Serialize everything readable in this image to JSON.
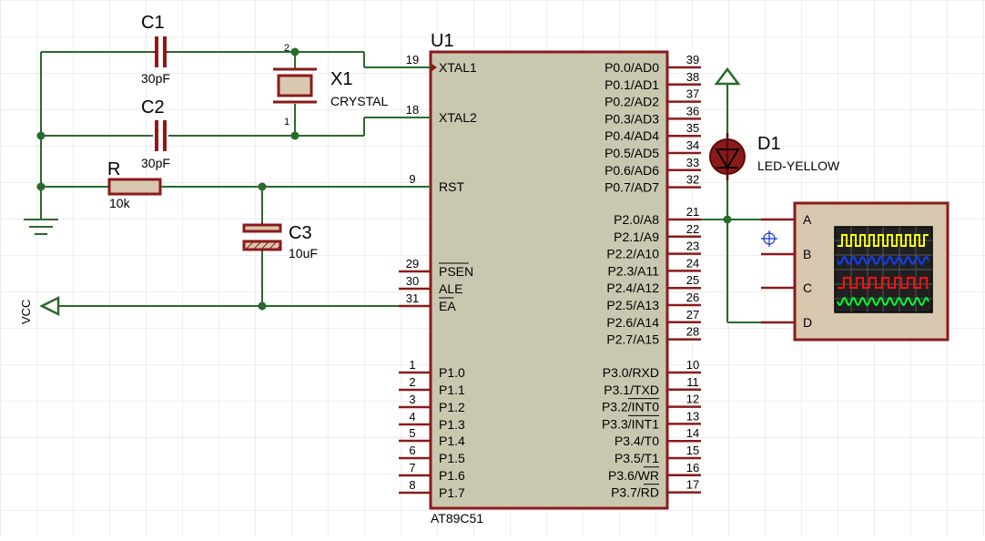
{
  "schematic": {
    "components": {
      "c1": {
        "ref": "C1",
        "value": "30pF"
      },
      "c2": {
        "ref": "C2",
        "value": "30pF"
      },
      "x1": {
        "ref": "X1",
        "value": "CRYSTAL",
        "pin_top": "2",
        "pin_bottom": "1"
      },
      "r": {
        "ref": "R",
        "value": "10k"
      },
      "c3": {
        "ref": "C3",
        "value": "10uF"
      },
      "vcc": {
        "label": "VCC"
      },
      "d1": {
        "ref": "D1",
        "value": "LED-YELLOW"
      },
      "u1": {
        "ref": "U1",
        "part": "AT89C51"
      },
      "scope": {
        "channels": [
          "A",
          "B",
          "C",
          "D"
        ]
      }
    },
    "u1_left_pins": [
      {
        "num": "19",
        "name": "XTAL1"
      },
      {
        "num": "18",
        "name": "XTAL2"
      },
      {
        "num": "9",
        "name": "RST"
      },
      {
        "num": "29",
        "name": "PSEN"
      },
      {
        "num": "30",
        "name": "ALE"
      },
      {
        "num": "31",
        "name": "EA"
      },
      {
        "num": "1",
        "name": "P1.0"
      },
      {
        "num": "2",
        "name": "P1.1"
      },
      {
        "num": "3",
        "name": "P1.2"
      },
      {
        "num": "4",
        "name": "P1.3"
      },
      {
        "num": "5",
        "name": "P1.4"
      },
      {
        "num": "6",
        "name": "P1.5"
      },
      {
        "num": "7",
        "name": "P1.6"
      },
      {
        "num": "8",
        "name": "P1.7"
      }
    ],
    "u1_right_pins": [
      {
        "num": "39",
        "name": "P0.0/AD0"
      },
      {
        "num": "38",
        "name": "P0.1/AD1"
      },
      {
        "num": "37",
        "name": "P0.2/AD2"
      },
      {
        "num": "36",
        "name": "P0.3/AD3"
      },
      {
        "num": "35",
        "name": "P0.4/AD4"
      },
      {
        "num": "34",
        "name": "P0.5/AD5"
      },
      {
        "num": "33",
        "name": "P0.6/AD6"
      },
      {
        "num": "32",
        "name": "P0.7/AD7"
      },
      {
        "num": "21",
        "name": "P2.0/A8"
      },
      {
        "num": "22",
        "name": "P2.1/A9"
      },
      {
        "num": "23",
        "name": "P2.2/A10"
      },
      {
        "num": "24",
        "name": "P2.3/A11"
      },
      {
        "num": "25",
        "name": "P2.4/A12"
      },
      {
        "num": "26",
        "name": "P2.5/A13"
      },
      {
        "num": "27",
        "name": "P2.6/A14"
      },
      {
        "num": "28",
        "name": "P2.7/A15"
      },
      {
        "num": "10",
        "name": "P3.0/RXD"
      },
      {
        "num": "11",
        "name": "P3.1/TXD"
      },
      {
        "num": "12",
        "name": "P3.2/INT0"
      },
      {
        "num": "13",
        "name": "P3.3/INT1"
      },
      {
        "num": "14",
        "name": "P3.4/T0"
      },
      {
        "num": "15",
        "name": "P3.5/T1"
      },
      {
        "num": "16",
        "name": "P3.6/WR"
      },
      {
        "num": "17",
        "name": "P3.7/RD"
      }
    ],
    "colors": {
      "wire": "#2a6a2a",
      "component": "#8b1a1a",
      "chip_fill": "#c8c8b0",
      "grid": "#dcdcdc",
      "trace_a": "#ffff00",
      "trace_b": "#1040ff",
      "trace_c": "#ff1010",
      "trace_d": "#00ff30"
    }
  }
}
